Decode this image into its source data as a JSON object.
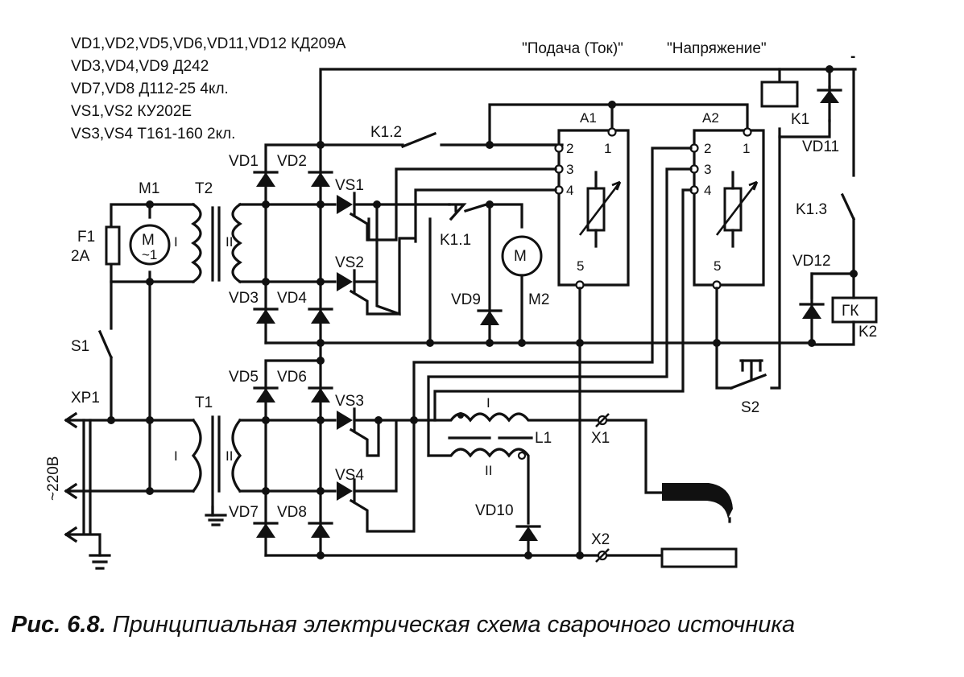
{
  "legend": [
    "VD1,VD2,VD5,VD6,VD11,VD12  КД209А",
    "VD3,VD4,VD9  Д242",
    "VD7,VD8  Д112-25  4кл.",
    "VS1,VS2  КУ202Е",
    "VS3,VS4  Т161-160  2кл."
  ],
  "header": {
    "feed": "\"Подача (Ток)\"",
    "voltage": "\"Напряжение\""
  },
  "minus": "-",
  "labels": {
    "m1": "M1",
    "m1_inner": "M",
    "m1_sub": "~1",
    "t2": "T2",
    "t1": "T1",
    "f1": "F1",
    "f1_rating": "2A",
    "s1": "S1",
    "xp1": "XP1",
    "mains": "~220B",
    "winding_1": "I",
    "winding_2": "II",
    "vd1": "VD1",
    "vd2": "VD2",
    "vd3": "VD3",
    "vd4": "VD4",
    "vd5": "VD5",
    "vd6": "VD6",
    "vd7": "VD7",
    "vd8": "VD8",
    "vd9": "VD9",
    "vd10": "VD10",
    "vd11": "VD11",
    "vd12": "VD12",
    "vs1": "VS1",
    "vs2": "VS2",
    "vs3": "VS3",
    "vs4": "VS4",
    "k1_2": "K1.2",
    "k1_1": "K1.1",
    "k1_3": "K1.3",
    "k1": "K1",
    "k2": "K2",
    "gk": "ГК",
    "m2": "M2",
    "m2_inner": "M",
    "a1": "A1",
    "a2": "A2",
    "pin1": "1",
    "pin2": "2",
    "pin3": "3",
    "pin4": "4",
    "pin5": "5",
    "l1": "L1",
    "x1": "X1",
    "x2": "X2",
    "s2": "S2"
  },
  "caption": {
    "number": "Рис. 6.8.",
    "text": " Принципиальная электрическая схема сварочного источника"
  }
}
